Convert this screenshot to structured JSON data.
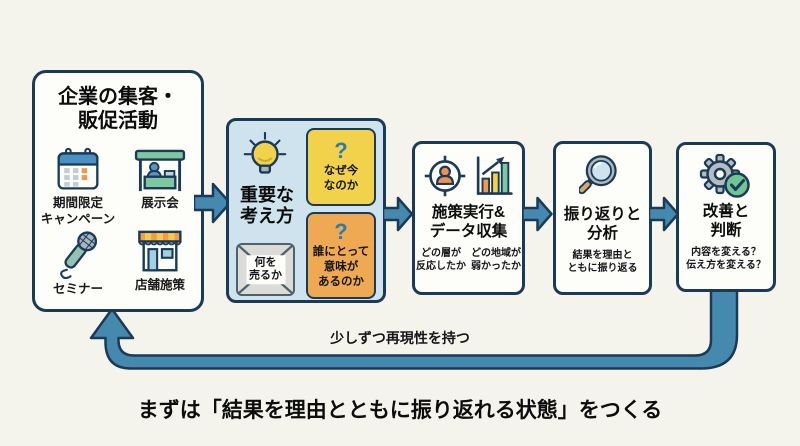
{
  "colors": {
    "background": "#f5f4ec",
    "outline_navy": "#1b3a57",
    "arrow_blue": "#4589af",
    "panel_blue": "#cfe3ee",
    "card_yellow": "#f2d24b",
    "card_orange": "#efa953",
    "accent_green": "#7cc9a1",
    "accent_orange": "#ef914f",
    "question_blue": "#2e7cab"
  },
  "box1": {
    "title1": "企業の集客・",
    "title2": "販促活動",
    "items": [
      {
        "icon": "calendar-icon",
        "label1": "期間限定",
        "label2": "キャンペーン"
      },
      {
        "icon": "booth-icon",
        "label1": "展示会",
        "label2": ""
      },
      {
        "icon": "microphone-icon",
        "label1": "セミナー",
        "label2": ""
      },
      {
        "icon": "store-icon",
        "label1": "店舗施策",
        "label2": ""
      }
    ]
  },
  "box2": {
    "title1": "重要な",
    "title2": "考え方",
    "q1": {
      "mark": "?",
      "line1": "なぜ今",
      "line2": "なのか"
    },
    "q2": {
      "mark": "?",
      "line1": "誰にとって",
      "line2": "意味が",
      "line3": "あるのか"
    },
    "crossed": {
      "line1": "何を",
      "line2": "売るか"
    }
  },
  "box3": {
    "title1": "施策実行&",
    "title2": "データ収集",
    "sub1a": "どの層が",
    "sub1b": "反応したか",
    "sub2a": "どの地域が",
    "sub2b": "弱かったか"
  },
  "box4": {
    "title1": "振り返りと",
    "title2": "分析",
    "sub1": "結果を理由と",
    "sub2": "ともに振り返る"
  },
  "box5": {
    "title1": "改善と",
    "title2": "判断",
    "sub1": "内容を変える？",
    "sub2": "伝え方を変える？"
  },
  "loop": {
    "label": "少しずつ再現性を持つ"
  },
  "footer": {
    "text": "まずは「結果を理由とともに振り返れる状態」をつくる"
  }
}
